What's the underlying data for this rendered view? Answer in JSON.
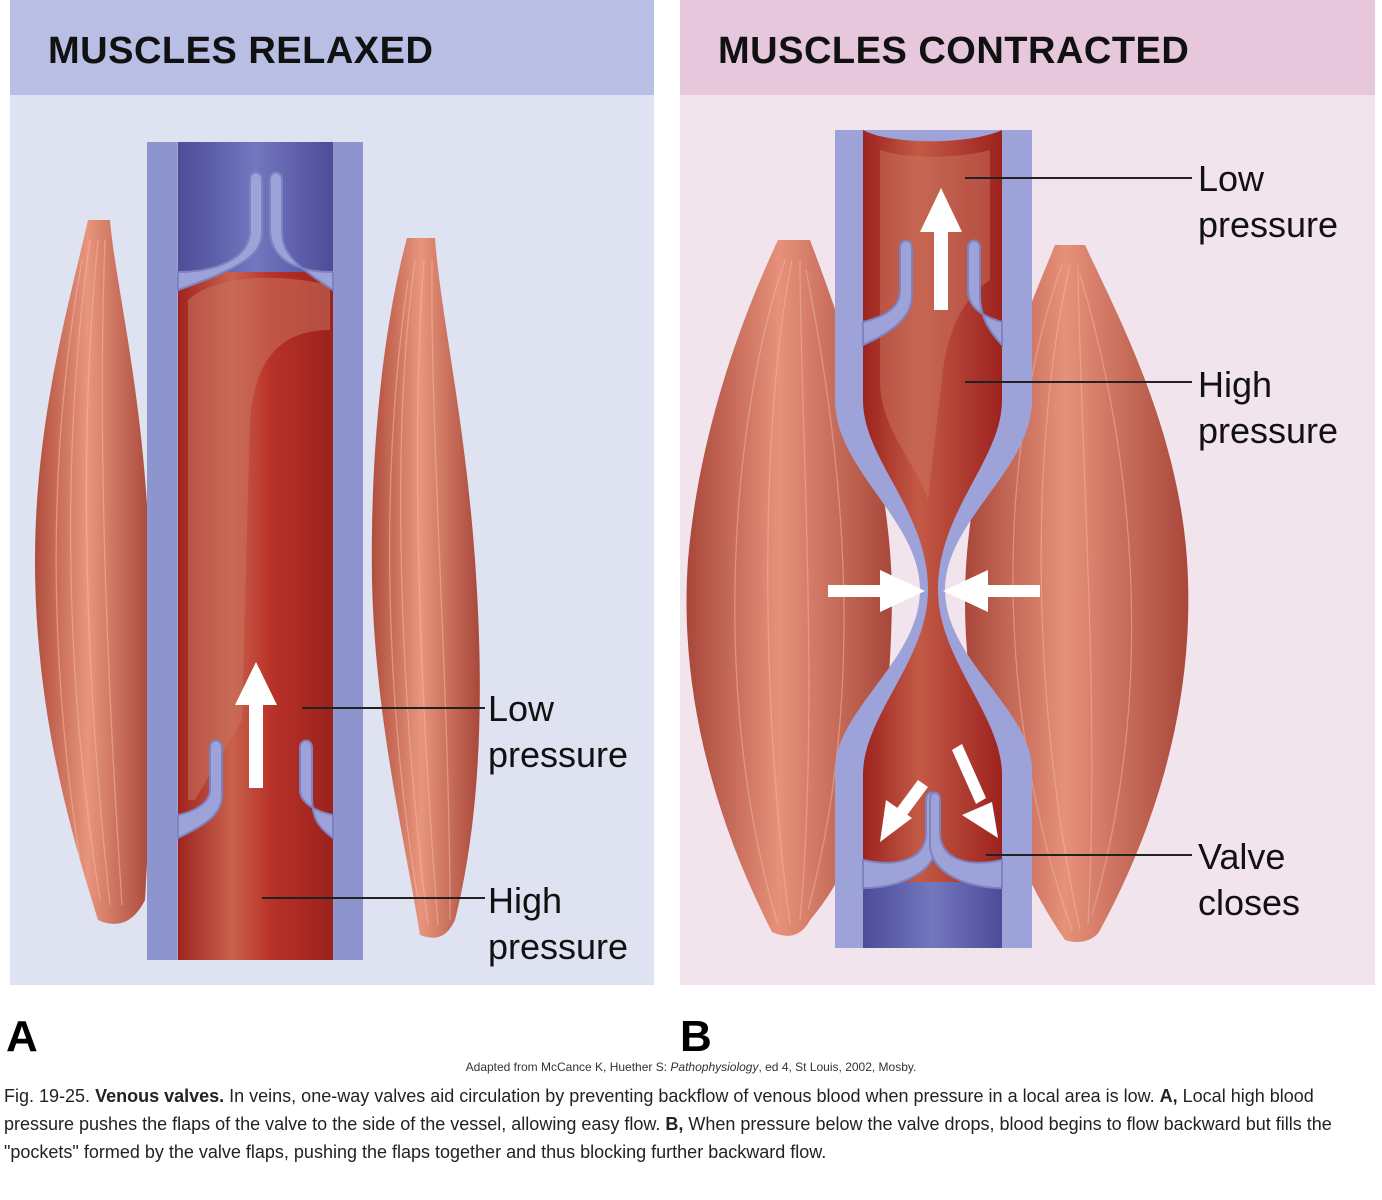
{
  "panels": [
    {
      "letter": "A",
      "title": "MUSCLES RELAXED",
      "labels": [
        {
          "line1": "Low",
          "line2": "pressure"
        },
        {
          "line1": "High",
          "line2": "pressure"
        }
      ]
    },
    {
      "letter": "B",
      "title": "MUSCLES CONTRACTED",
      "labels": [
        {
          "line1": "Low",
          "line2": "pressure"
        },
        {
          "line1": "High",
          "line2": "pressure"
        },
        {
          "line1": "Valve",
          "line2": "closes"
        }
      ]
    }
  ],
  "credit": {
    "prefix": "Adapted from McCance K, Huether S: ",
    "book": "Pathophysiology",
    "suffix": ", ed 4, St Louis, 2002, Mosby."
  },
  "caption": {
    "figure_number": "Fig. 19-25.",
    "heading": "Venous valves.",
    "sentence_1": " In veins, one-way valves aid circulation by preventing backflow of venous blood when pressure in a local area is low. ",
    "marker_a": "A,",
    "sentence_a": " Local high blood pressure pushes the flaps of the valve to the side of the vessel, allowing easy flow. ",
    "marker_b": "B,",
    "sentence_b": " When pressure below the valve drops, blood begins to flow backward but fills the \"pockets\" formed by the valve flaps, pushing the flaps together and thus blocking further backward flow."
  },
  "colors": {
    "panel_a_bg": "#dfe2f1",
    "panel_a_header": "#b9bfe4",
    "panel_b_bg": "#f2e4ed",
    "panel_b_header": "#e6c7dc",
    "vein_wall": "#9da3d8",
    "blood": "#b32d24",
    "deoxygenated_blood": "#5b5ca8",
    "muscle": "#d97a63",
    "arrow": "#ffffff"
  }
}
